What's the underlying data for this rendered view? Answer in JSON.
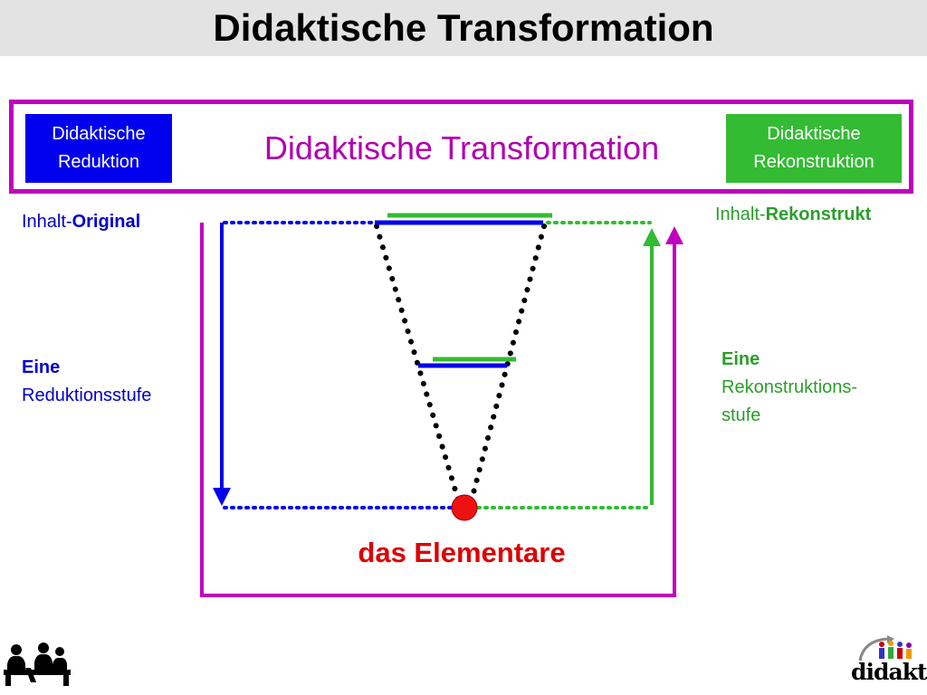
{
  "slide": {
    "title": "Didaktische Transformation"
  },
  "banner": {
    "left_box": [
      "Didaktische",
      "Reduktion"
    ],
    "center_title": "Didaktische Transformation",
    "right_box": [
      "Didaktische",
      "Rekonstruktion"
    ]
  },
  "labels": {
    "inhalt_original_prefix": "Inhalt-",
    "inhalt_original_bold": "Original",
    "inhalt_rekonstrukt_prefix": "Inhalt-",
    "inhalt_rekonstrukt_bold": "Rekonstrukt",
    "reduktion_line1": "Eine",
    "reduktion_line2": "Reduktionsstufe",
    "rekonstruktion_line1": "Eine",
    "rekonstruktion_line2": "Rekonstruktions-",
    "rekonstruktion_line3": "stufe",
    "elementare": "das Elementare"
  },
  "logo": {
    "text": "didaktik"
  },
  "colors": {
    "reduction": "#0000ee",
    "reconstruction": "#33bb33",
    "transformation": "#c000c0",
    "elementare": "#dd0000",
    "title_bar": "#e3e3e3"
  }
}
